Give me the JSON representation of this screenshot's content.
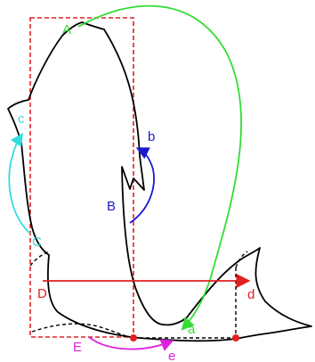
{
  "colors": {
    "outline": "#000000",
    "frame": "#e02020",
    "arrow_red": "#e02020",
    "green": "#33dd33",
    "blue": "#1a1acc",
    "cyan": "#33dddd",
    "magenta": "#dd22dd",
    "dashed": "#000000"
  },
  "labels": {
    "A": "A",
    "a": "a",
    "B": "B",
    "b": "b",
    "C": "C",
    "c": "c",
    "D": "D",
    "d": "d",
    "E": "E",
    "e": "e"
  }
}
